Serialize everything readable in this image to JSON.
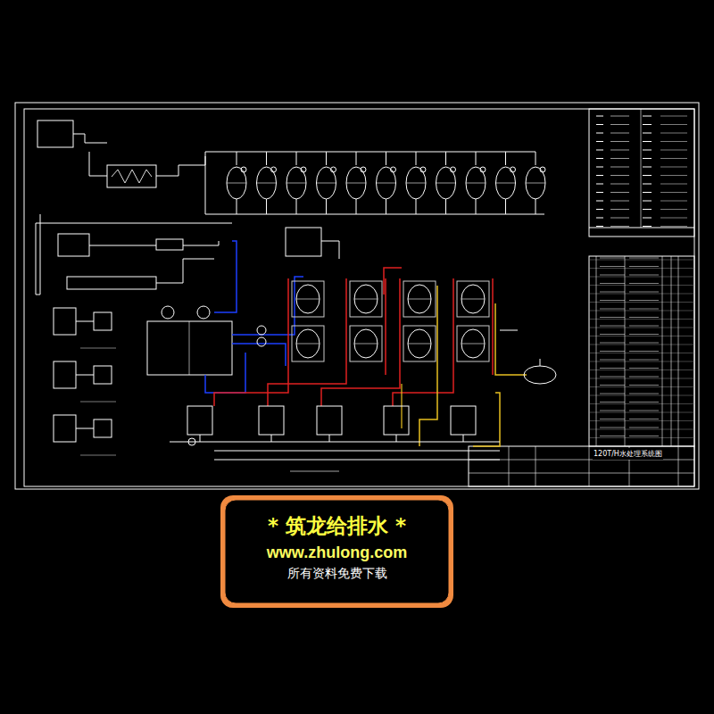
{
  "diagram": {
    "nodes": [
      {
        "text": [
          "* 筑龙给排水 *",
          "www.zhulong.com",
          "所有资料免费下载"
        ]
      }
    ],
    "labels": [
      "120T/H水处理系统图"
    ]
  }
}
